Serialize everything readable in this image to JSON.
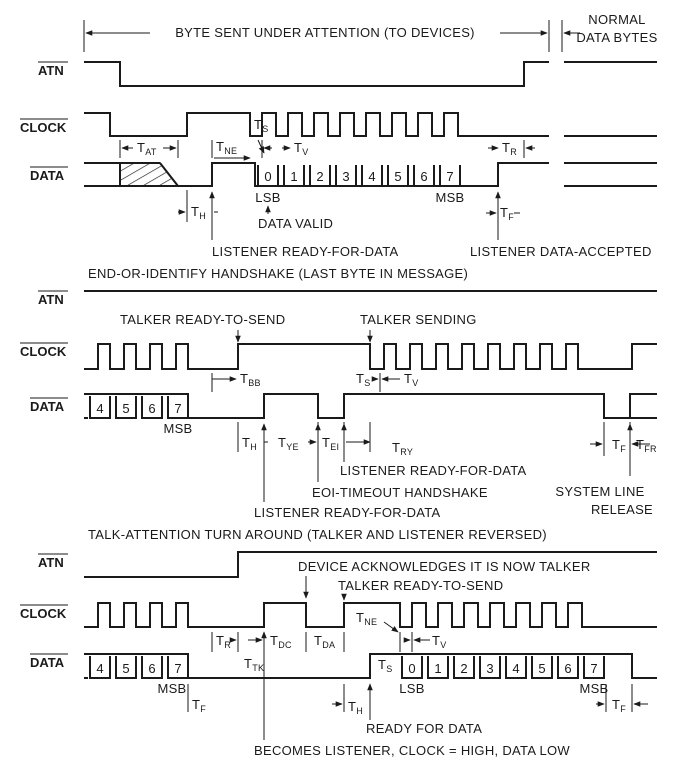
{
  "signals": {
    "atn": "ATN",
    "clock": "CLOCK",
    "data": "DATA"
  },
  "section1": {
    "title": "BYTE SENT UNDER ATTENTION (TO DEVICES)",
    "normal_line1": "NORMAL",
    "normal_line2": "DATA BYTES",
    "bits": [
      "0",
      "1",
      "2",
      "3",
      "4",
      "5",
      "6",
      "7"
    ],
    "lsb": "LSB",
    "msb": "MSB",
    "data_valid": "DATA VALID",
    "listener_ready": "LISTENER READY-FOR-DATA",
    "listener_accepted": "LISTENER DATA-ACCEPTED",
    "timing": {
      "tat": "AT",
      "tne": "NE",
      "ts": "S",
      "tv": "V",
      "tr": "R",
      "th": "H",
      "tf": "F"
    }
  },
  "section2": {
    "title": "END-OR-IDENTIFY HANDSHAKE (LAST BYTE IN MESSAGE)",
    "talker_ready": "TALKER READY-TO-SEND",
    "talker_sending": "TALKER SENDING",
    "bits": [
      "4",
      "5",
      "6",
      "7"
    ],
    "msb": "MSB",
    "listener_ready_1": "LISTENER READY-FOR-DATA",
    "eoi_timeout": "EOI-TIMEOUT HANDSHAKE",
    "listener_ready_2": "LISTENER READY-FOR-DATA",
    "system_line_1": "SYSTEM LINE",
    "system_line_2": "RELEASE",
    "timing": {
      "tbb": "BB",
      "ts": "S",
      "tv": "V",
      "th": "H",
      "tye": "YE",
      "tei": "EI",
      "try": "RY",
      "tf": "F",
      "tfr": "FR"
    }
  },
  "section3": {
    "title": "TALK-ATTENTION TURN AROUND (TALKER AND LISTENER REVERSED)",
    "device_ack": "DEVICE ACKNOWLEDGES IT IS NOW TALKER",
    "talker_ready": "TALKER READY-TO-SEND",
    "bits_left": [
      "4",
      "5",
      "6",
      "7"
    ],
    "bits_right": [
      "0",
      "1",
      "2",
      "3",
      "4",
      "5",
      "6",
      "7"
    ],
    "msb_left": "MSB",
    "lsb": "LSB",
    "msb_right": "MSB",
    "ready_for_data": "READY FOR DATA",
    "becomes_listener": "BECOMES LISTENER, CLOCK = HIGH, DATA LOW",
    "timing": {
      "tne": "NE",
      "tr": "R",
      "ttk": "TK",
      "tdc": "DC",
      "tda": "DA",
      "ts": "S",
      "tv": "V",
      "th": "H",
      "tf": "F",
      "tf2": "F"
    }
  }
}
